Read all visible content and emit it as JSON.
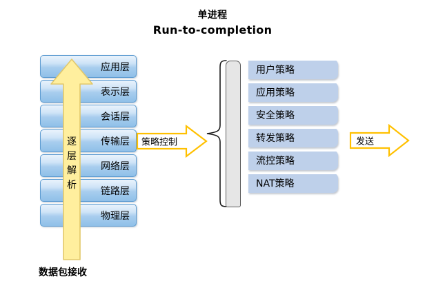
{
  "title": {
    "line_cn": "单进程",
    "line_en": "Run-to-completion"
  },
  "osi_stack": {
    "name": "osi-layer-stack",
    "layers": [
      {
        "label": "应用层"
      },
      {
        "label": "表示层"
      },
      {
        "label": "会话层"
      },
      {
        "label": "传输层"
      },
      {
        "label": "网络层"
      },
      {
        "label": "链路层"
      },
      {
        "label": "物理层"
      }
    ]
  },
  "up_arrow": {
    "icon": "up-arrow-icon",
    "text_chars": [
      "逐",
      "层",
      "解",
      "析"
    ],
    "text": "逐层解析",
    "color": "#ffef9e",
    "border_color": "#e2c86a"
  },
  "bottom_caption": {
    "text": "数据包接收"
  },
  "arrows": {
    "policy_control": {
      "label": "策略控制",
      "icon": "right-arrow-icon",
      "border_color": "#ffc000",
      "fill_color": "#ffffff"
    },
    "send": {
      "label": "发送",
      "icon": "right-arrow-icon",
      "border_color": "#ffc000",
      "fill_color": "#ffffff"
    }
  },
  "brace": {
    "icon": "curly-brace-icon",
    "color": "#1a1a1a"
  },
  "gray_bar": {
    "name": "process-bar",
    "fill_color": "#e6e6e6",
    "border_color": "#5a5a5a"
  },
  "policy_stack": {
    "name": "policy-list",
    "fill_color": "#bed0ea",
    "items": [
      {
        "label": "用户策略"
      },
      {
        "label": "应用策略"
      },
      {
        "label": "安全策略"
      },
      {
        "label": "转发策略"
      },
      {
        "label": "流控策略"
      },
      {
        "label": "NAT策略"
      }
    ]
  }
}
